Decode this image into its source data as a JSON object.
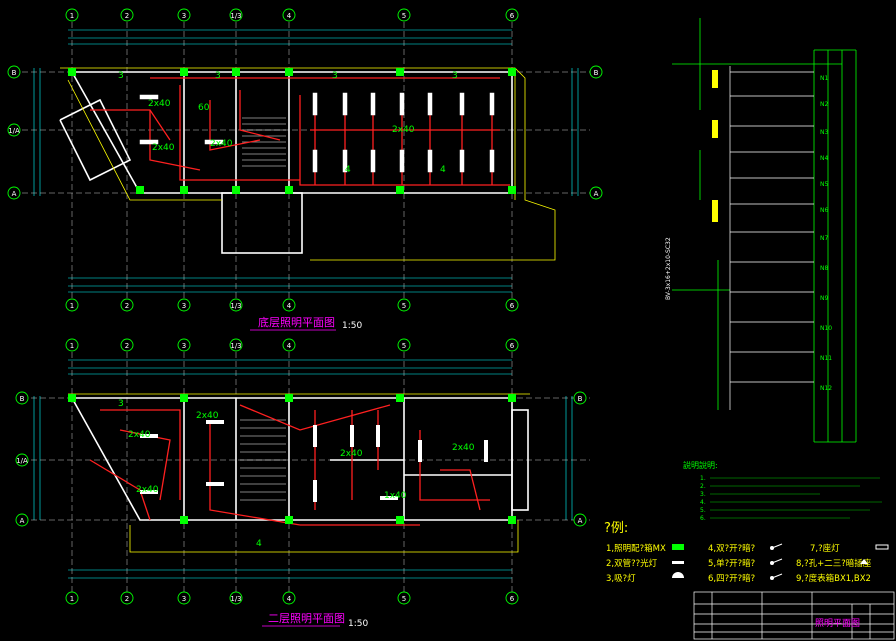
{
  "colors": {
    "background": "#000000",
    "wall": "#ffffff",
    "grid": "#c8c8c8",
    "dim": "#00ffff",
    "wire": "#ff2020",
    "fixture": "#00ff00",
    "outline": "#ffff00",
    "label": "#ff00ff",
    "text_green": "#00ff00",
    "text_yellow": "#ffff00",
    "text_white": "#ffffff"
  },
  "plan1": {
    "title": "底层照明平面图",
    "scale": "1:50",
    "grid_top": [
      "1",
      "2",
      "3",
      "1/3",
      "4",
      "5",
      "6"
    ],
    "grid_left": [
      "B",
      "1/A",
      "A"
    ],
    "grid_right": [
      "B",
      "A"
    ],
    "labels": [
      "2x40",
      "2x40",
      "2x40",
      "2x40",
      "60",
      "4",
      "4",
      "3",
      "3",
      "3",
      "3"
    ]
  },
  "plan2": {
    "title": "二层照明平面图",
    "scale": "1:50",
    "grid_top": [
      "1",
      "2",
      "3",
      "1/3",
      "4",
      "5",
      "6"
    ],
    "grid_left": [
      "B",
      "1/A",
      "A"
    ],
    "grid_right": [
      "B",
      "A"
    ],
    "labels": [
      "2x40",
      "2x40",
      "2x40",
      "2x40",
      "2x40",
      "1x40",
      "4",
      "3"
    ]
  },
  "schedule": {
    "circuits": [
      "N1",
      "N2",
      "N3",
      "N4",
      "N5",
      "N6",
      "N7",
      "N8",
      "N9",
      "N10",
      "N11",
      "N12"
    ],
    "feeder": "BV-3x16+2x10-SC32"
  },
  "notes": {
    "title": "説明說明:",
    "lines": [
      "1.",
      "2.",
      "3.",
      "4.",
      "5.",
      "6."
    ]
  },
  "legend": {
    "title": "?例:",
    "items": [
      {
        "text": "1,照明配?箱MX"
      },
      {
        "text": "2,双管??光灯"
      },
      {
        "text": "3,吸?灯"
      },
      {
        "text": "4,双?开?暗?"
      },
      {
        "text": "5,单?开?暗?"
      },
      {
        "text": "6,四?开?暗?"
      },
      {
        "text": "7,?座灯"
      },
      {
        "text": "8,?孔+二三?暗插座"
      },
      {
        "text": "9,?度表箱BX1,BX2"
      }
    ]
  },
  "title_block": {
    "drawing_name": "照明平面图"
  }
}
